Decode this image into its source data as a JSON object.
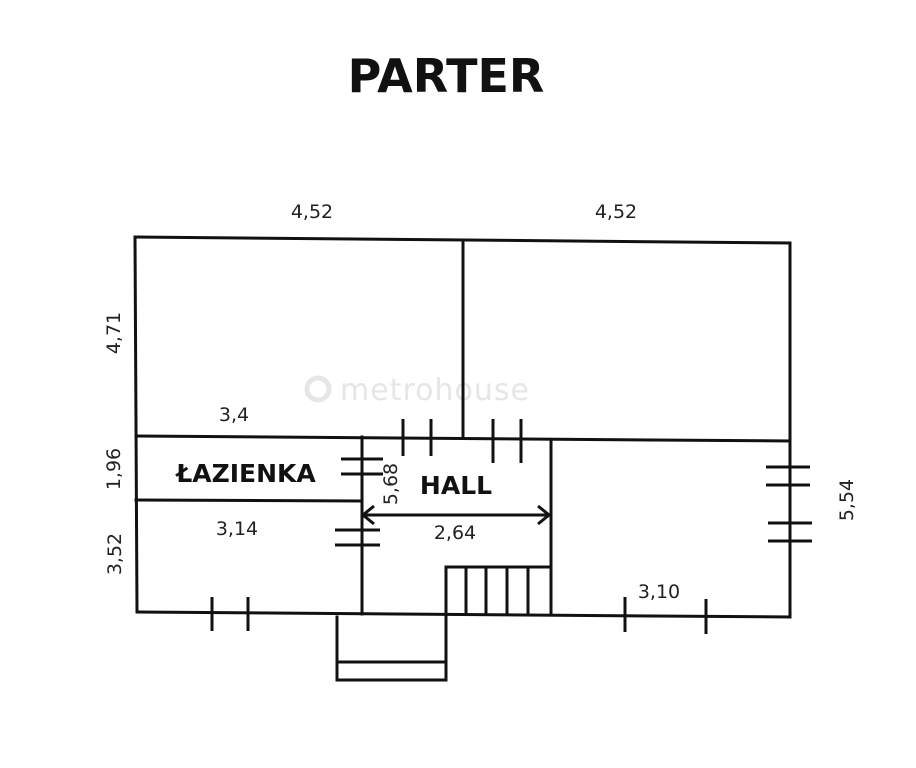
{
  "title": "PARTER",
  "watermark": "metrohouse",
  "rooms": {
    "bathroom": "ŁAZIENKA",
    "hall": "HALL"
  },
  "dimensions": {
    "top_left_width": "4,52",
    "top_right_width": "4,52",
    "left_top_height": "4,71",
    "bathroom_width": "3,4",
    "bathroom_height": "1,96",
    "hall_height": "5,68",
    "lower_left_width": "3,14",
    "hall_width": "2,64",
    "lower_left_height": "3,52",
    "right_height": "5,54",
    "bottom_right_width": "3,10"
  },
  "colors": {
    "line": "#111111",
    "watermark": "#e6e6e6"
  }
}
